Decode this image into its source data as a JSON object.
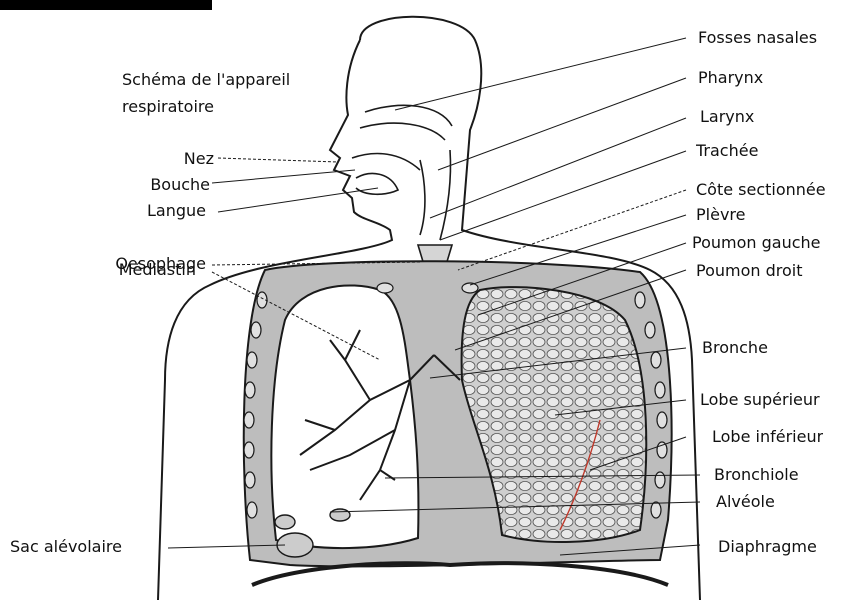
{
  "diagram": {
    "title_line1": "Schéma de l'appareil",
    "title_line2": "respiratoire",
    "labels_left": {
      "nez": "Nez",
      "bouche": "Bouche",
      "langue": "Langue",
      "oesophage": "Oesophage",
      "mediastin": "Médiastin",
      "sac_alveolaire": "Sac alévolaire"
    },
    "labels_right": {
      "fosses_nasales": "Fosses nasales",
      "pharynx": "Pharynx",
      "larynx": "Larynx",
      "trachee": "Trachée",
      "cote_sectionnee": "Côte sectionnée",
      "plevre": "Plèvre",
      "poumon_gauche": "Poumon gauche",
      "poumon_droit": "Poumon droit",
      "bronche": "Bronche",
      "lobe_superieur": "Lobe supérieur",
      "lobe_inferieur": "Lobe inférieur",
      "bronchiole": "Bronchiole",
      "alveole": "Alvéole",
      "diaphragme": "Diaphragme"
    }
  },
  "colors": {
    "ink": "#1a1a1a",
    "lung_fill": "#d8d8d8",
    "mediastin_fill": "#bdbdbd",
    "highlight": "#c0392b"
  }
}
